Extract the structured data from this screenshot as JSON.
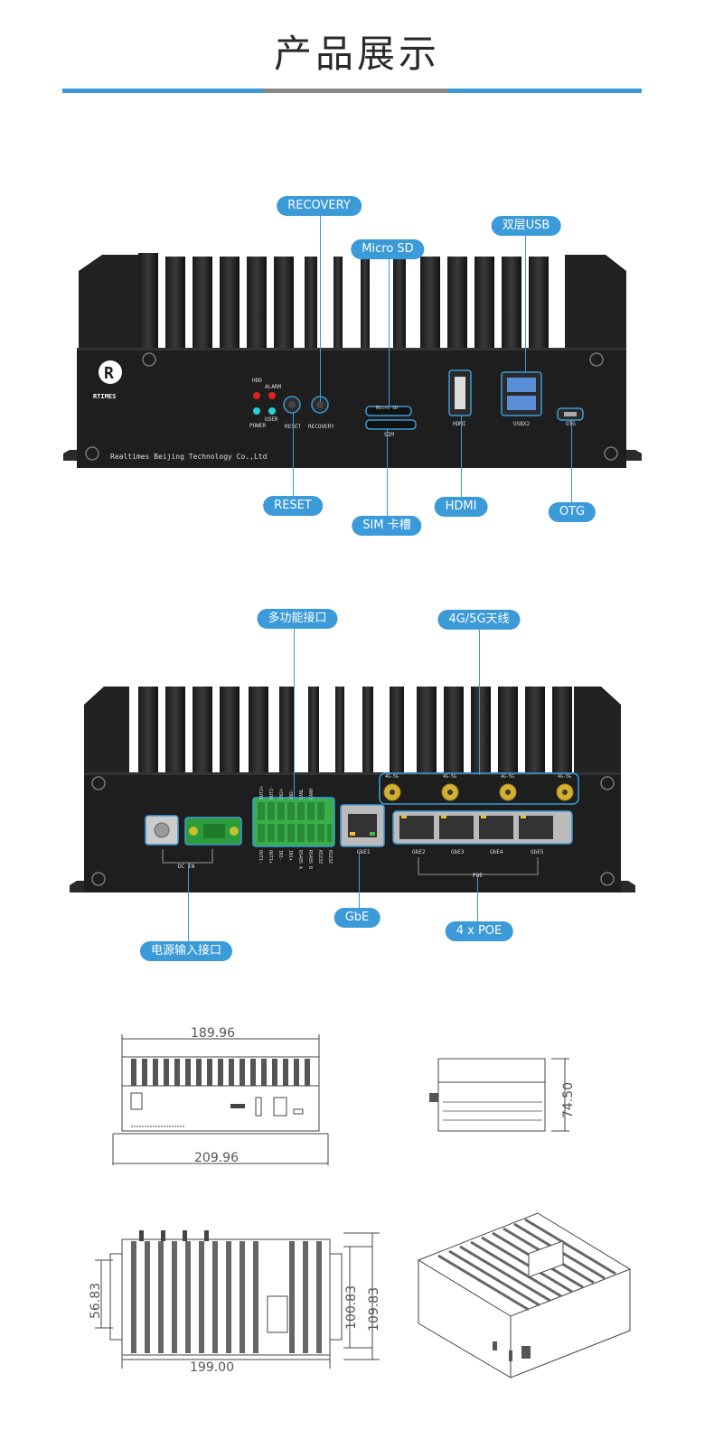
{
  "header": {
    "title": "产品展示",
    "bar_colors": [
      "#3b9ad8",
      "#888888",
      "#3b9ad8"
    ]
  },
  "front": {
    "callouts": {
      "recovery": "RECOVERY",
      "microsd": "Micro SD",
      "usb": "双层USB",
      "reset": "RESET",
      "sim": "SIM 卡槽",
      "hdmi": "HDMI",
      "otg": "OTG"
    },
    "panel": {
      "brand": "RTIMES",
      "company": "Realtimes Beijing Technology Co.,Ltd",
      "hdd": "HDD",
      "alarm": "ALARM",
      "power": "POWER",
      "user": "USER",
      "reset": "RESET",
      "recovery": "RECOVERY",
      "microsd": "Micro SD",
      "sim": "SIM",
      "hdmi": "HDMI",
      "usb": "USBX2",
      "otg": "OTG"
    }
  },
  "rear": {
    "callouts": {
      "multi": "多功能接口",
      "antenna": "4G/5G天线",
      "power": "电源输入接口",
      "gbe": "GbE",
      "poe": "4 x POE"
    },
    "panel": {
      "dcin": "DC IN",
      "gbe1": "GbE1",
      "gbe2": "GbE2",
      "gbe3": "GbE3",
      "gbe4": "GbE4",
      "gbe5": "GbE5",
      "poe": "POE",
      "ant": "4G-5G",
      "io_top": [
        "OUT2+",
        "OUT2-",
        "IN2+",
        "IN2-",
        "CANL",
        "CANH",
        ""
      ],
      "io_bottom": [
        "OUT1-",
        "OUT1+",
        "IN1-",
        "IN1+",
        "RS485 A",
        "RS485 B",
        "RS232",
        "RS232"
      ]
    }
  },
  "drawings": {
    "front_width_top": "189.96",
    "front_width_bottom": "209.96",
    "side_height": "74.50",
    "top_width": "199.00",
    "top_depth_inner": "100.83",
    "top_depth_outer": "109.83",
    "top_hole": "56.83"
  }
}
